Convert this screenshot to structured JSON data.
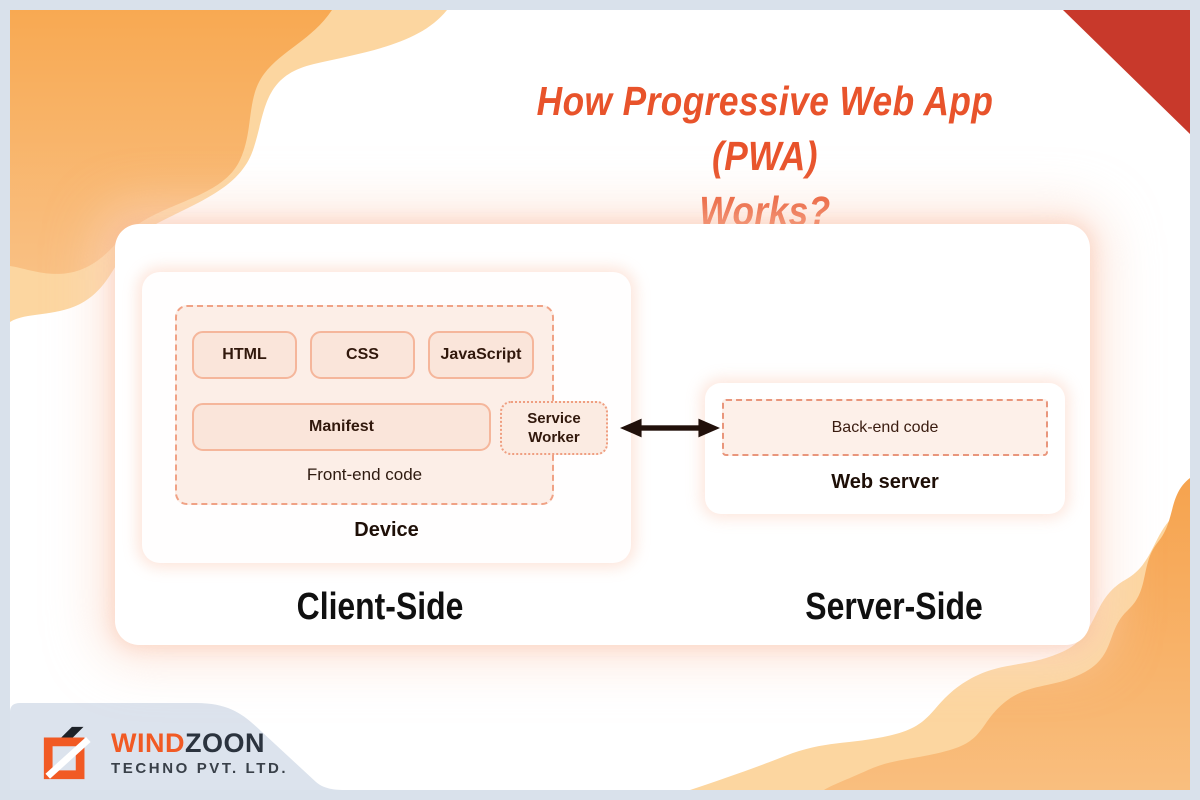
{
  "title": {
    "line1": "How Progressive Web App (PWA)",
    "line2": "Works?"
  },
  "diagram": {
    "client": {
      "code_boxes": [
        "HTML",
        "CSS",
        "JavaScript"
      ],
      "manifest_label": "Manifest",
      "service_worker_label": "Service Worker",
      "frontend_label": "Front-end code",
      "device_label": "Device",
      "side_label": "Client-Side"
    },
    "server": {
      "backend_label": "Back-end code",
      "webserver_label": "Web server",
      "side_label": "Server-Side"
    },
    "arrow": "double-headed-arrow"
  },
  "logo": {
    "brand_orange": "Wind",
    "brand_dark": "zoon",
    "brand_display_part1": "WIND",
    "brand_display_part2": "ZOON",
    "subtitle": "TECHNO PVT. LTD."
  },
  "colors": {
    "title_orange": "#E8532B",
    "corner_red": "#C8392B",
    "wave_dark": "#F8AC58",
    "wave_light": "#FCD6A0",
    "frame_gray": "#D9E1EB",
    "footer_gray": "#DCE3ED",
    "box_fill": "#FAE5DA",
    "box_border": "#F5B69B",
    "dashed_fill": "#FCEEE7",
    "dashed_border": "#F0A285",
    "text_dark": "#1E0F07",
    "logo_orange": "#F15A24",
    "logo_dark": "#2B333E"
  }
}
